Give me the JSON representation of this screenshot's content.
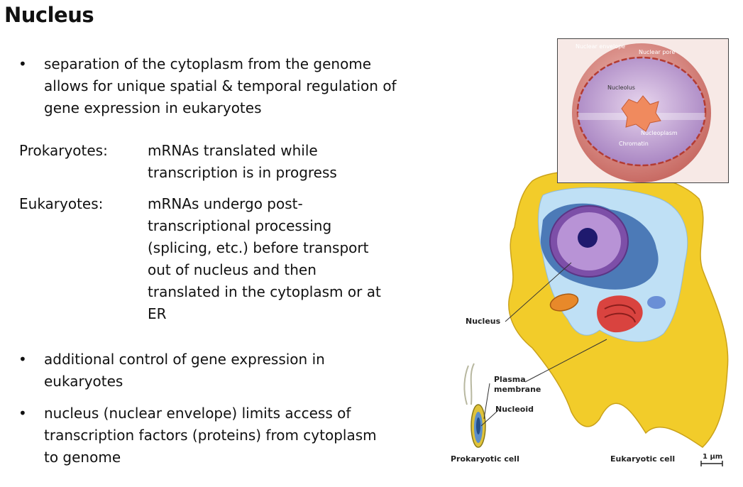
{
  "slide": {
    "title": "Nucleus",
    "bullets_top": [
      "separation of the cytoplasm from the genome allows for unique spatial & temporal regulation of gene expression in eukaryotes"
    ],
    "comparison": [
      {
        "label": "Prokaryotes:",
        "value": "mRNAs translated while transcription is in progress"
      },
      {
        "label": "Eukaryotes:",
        "value": "mRNAs undergo post-transcriptional processing (splicing, etc.) before transport out of nucleus and then translated in the cytoplasm or at ER"
      }
    ],
    "bullets_bottom": [
      "additional control of gene expression in eukaryotes",
      "nucleus (nuclear envelope) limits access of transcription factors (proteins) from cytoplasm to genome"
    ],
    "bullet_glyph": "•"
  },
  "figure": {
    "inset_labels": {
      "nuclear_envelope": "Nuclear envelope",
      "nuclear_pore": "Nuclear pore",
      "nucleolus": "Nucleolus",
      "nucleoplasm": "Nucleoplasm",
      "chromatin": "Chromatin"
    },
    "labels": {
      "nucleus": "Nucleus",
      "plasma_membrane_1": "Plasma",
      "plasma_membrane_2": "membrane",
      "nucleoid": "Nucleoid",
      "prokaryotic_cell": "Prokaryotic cell",
      "eukaryotic_cell": "Eukaryotic cell",
      "scale_bar": "1 µm"
    },
    "colors": {
      "cytoplasm_yellow": "#f2cc2a",
      "cytosol_blue": "#bfe0f5",
      "nucleus_purple": "#7d4fa8",
      "er_blue": "#3f6fb0",
      "golgi_red": "#d9433f",
      "mito_orange": "#e8892a",
      "inset_border": "#444444",
      "inset_bg": "#f7e9e6"
    }
  }
}
